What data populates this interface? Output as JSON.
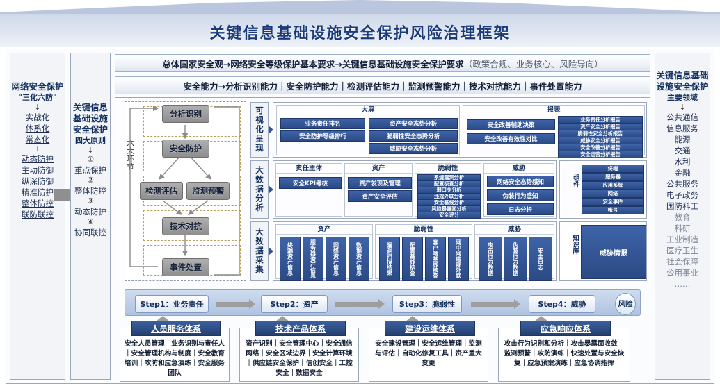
{
  "header": {
    "title": "关键信息基础设施安全保护风险治理框架"
  },
  "topbars": {
    "bar1_main": "总体国家安全观→网络安全等级保护基本要求→关键信息基础设施安全保护要求",
    "bar1_sub": "（政策合规、业务核心、风险导向）",
    "bar2": "安全能力→分析识别能力｜安全防护能力｜检测评估能力｜监测预警能力｜技术对抗能力｜事件处置能力"
  },
  "left_sidebar": {
    "title": "网络安全保护",
    "subtitle": "\"三化六防\"",
    "arrow": "↓",
    "group1": [
      "实战化",
      "体系化",
      "常态化"
    ],
    "plus": "+",
    "group2": [
      "动态防护",
      "主动防御",
      "纵深防御",
      "精准防护",
      "整体防控",
      "联防联控"
    ]
  },
  "left_sidebar2": {
    "title": "关键信息基础设施安全保护",
    "subtitle": "四大原则",
    "arrow": "↓",
    "items": [
      {
        "num": "①",
        "label": "重点保护"
      },
      {
        "num": "②",
        "label": "整体防控"
      },
      {
        "num": "③",
        "label": "动态防护"
      },
      {
        "num": "④",
        "label": "协同联控"
      }
    ]
  },
  "right_sidebar": {
    "title": "关键信息基础设施安全保护",
    "subtitle": "主要领域",
    "arrow": "↓",
    "items": [
      "公共通信",
      "信息服务",
      "能源",
      "交通",
      "水利",
      "金融",
      "公共服务",
      "电子政务",
      "国防科工"
    ],
    "faint_items": [
      "教育",
      "科研",
      "工业制造",
      "医疗卫生",
      "社会保障",
      "公用事业",
      "……"
    ]
  },
  "flow": {
    "vertical_label": "六大环节",
    "nodes": [
      "分析识别",
      "安全防护",
      "检测评估",
      "监测预警",
      "技术对抗",
      "事件处置"
    ]
  },
  "stages": [
    {
      "name": "可视化呈现"
    },
    {
      "name": "大数据分析"
    },
    {
      "name": "大数据采集"
    }
  ],
  "visual_layer": {
    "groups": [
      {
        "header": "大屏",
        "col_a": [
          "业务责任排名",
          "安全防护等级排行"
        ],
        "col_b": [
          "资产安全态势分析",
          "脆弱性安全态势分析",
          "威胁安全态势分析"
        ]
      },
      {
        "header": "报表",
        "col_a": [
          "安全改善辅助决策",
          "安全改善有效性对比"
        ],
        "col_b": [
          "业务责任分析报告",
          "资产安全分析报告",
          "脆弱性安全分析报告",
          "威胁安全分析报告",
          "安全改善分析报告",
          "安全运营分析报告"
        ]
      }
    ]
  },
  "analysis_layer": {
    "groups": [
      {
        "header": "责任主体",
        "items": [
          "安全KPI考核"
        ]
      },
      {
        "header": "资产",
        "items": [
          "资产发现及管理",
          "资产安全评估"
        ]
      },
      {
        "header": "脆弱性",
        "items": [
          "系统漏洞分析",
          "配置核查分析",
          "弱口令分析",
          "违规外联分析",
          "安全基线分析",
          "风险暴露面分析",
          "安全评分"
        ]
      },
      {
        "header": "威胁",
        "items": [
          "网络安全态势感知",
          "伪装行为感知",
          "日志分析"
        ]
      },
      {
        "header": "组件",
        "items": [
          "终端",
          "服务器",
          "应用系统",
          "网络",
          "安全事件",
          "帐号"
        ]
      }
    ]
  },
  "collect_layer": {
    "groups": [
      {
        "header": "资产",
        "items": [
          "终端资产信息",
          "服务器资产信息",
          "网络资产信息",
          "数据资产信息"
        ]
      },
      {
        "header": "脆弱性",
        "items": [
          "漏洞扫描结果",
          "配置基线核查",
          "客户端基线核查",
          "网中网违规外联"
        ]
      },
      {
        "header": "威胁",
        "items": [
          "攻击行为数据",
          "伪装行为数据",
          "安全日志"
        ]
      }
    ],
    "knowledge": {
      "header": "知识库",
      "item": "威胁情报"
    }
  },
  "steps": {
    "nodes": [
      "Step1：业务责任",
      "Step2：资产",
      "Step3：脆弱性",
      "Step4：威胁"
    ],
    "risk": "风险"
  },
  "systems": [
    {
      "title": "人员服务体系",
      "text": "安全人员管理｜业务识别与责任人｜安全管理机构与制度｜安全教育培训｜攻防和应急演练｜安全服务团队"
    },
    {
      "title": "技术产品体系",
      "text": "资产识别｜安全管理中心｜安全通信网络｜安全区域边界｜安全计算环境｜供应链安全保护｜信创安全｜工控安全｜数据安全"
    },
    {
      "title": "建设运维体系",
      "text": "安全建设管理｜安全运维管理｜监测与评估｜自动化修复工具｜资产重大变更"
    },
    {
      "title": "应急响应体系",
      "text": "攻击行为识别和分析｜攻击暴露面收敛｜监测预警｜攻防演练｜快速处置与安全恢复｜应急预案演练｜应急协调指挥"
    }
  ],
  "colors": {
    "accent": "#2b4a85",
    "banner": "#b9c6de",
    "title": "#1a3a78"
  }
}
